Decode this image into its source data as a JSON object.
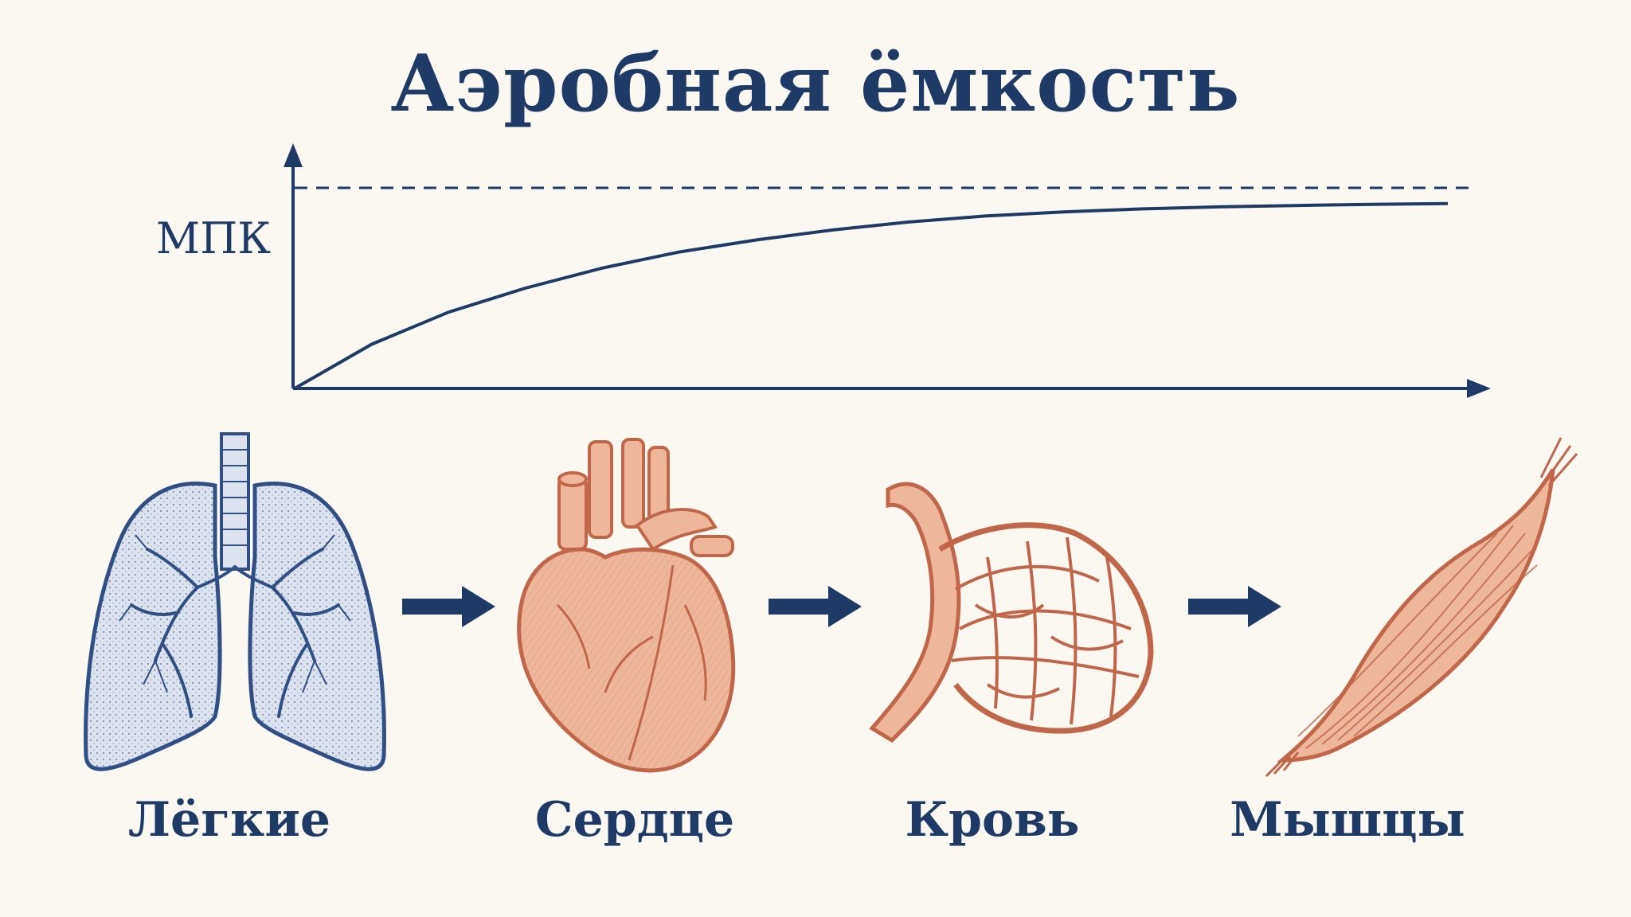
{
  "title": "Аэробная ёмкость",
  "chart_data": {
    "type": "line",
    "ylabel_tick": "МПК",
    "xlabel": "",
    "ylabel": "",
    "series": [
      {
        "values": [
          0,
          0.22,
          0.38,
          0.5,
          0.6,
          0.68,
          0.74,
          0.79,
          0.83,
          0.86,
          0.88,
          0.895,
          0.905,
          0.912,
          0.918,
          0.922
        ]
      }
    ],
    "ceiling": 1.0,
    "grid": false
  },
  "steps": [
    "Лёгкие",
    "Сердце",
    "Кровь",
    "Мышцы"
  ],
  "colors": {
    "navy": "#1e3a66",
    "lung": "#2f4f86",
    "lung_fill": "#dce3ee",
    "red": "#c2664a",
    "red_fill": "#eeb79a",
    "background": "#fbf8f2"
  }
}
